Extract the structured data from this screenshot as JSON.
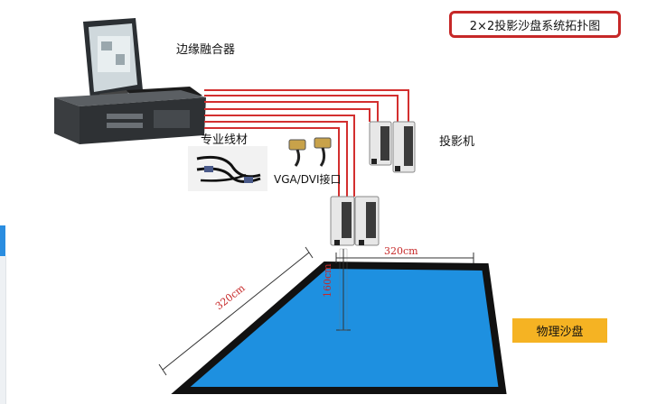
{
  "title": "2×2投影沙盘系统拓扑图",
  "labels": {
    "edge_blender": "边缘融合器",
    "cable": "专业线材",
    "interface": "VGA/DVI接口",
    "projector": "投影机",
    "sandbox": "物理沙盘"
  },
  "dimensions": {
    "top_width": "320cm",
    "side_width": "320cm",
    "height": "160cm"
  },
  "colors": {
    "cable_line": "#d32f2f",
    "sandbox_fill": "#1e90e0",
    "sandbox_border": "#111111",
    "tag_fill": "#f5b323",
    "title_border": "#c62828"
  }
}
